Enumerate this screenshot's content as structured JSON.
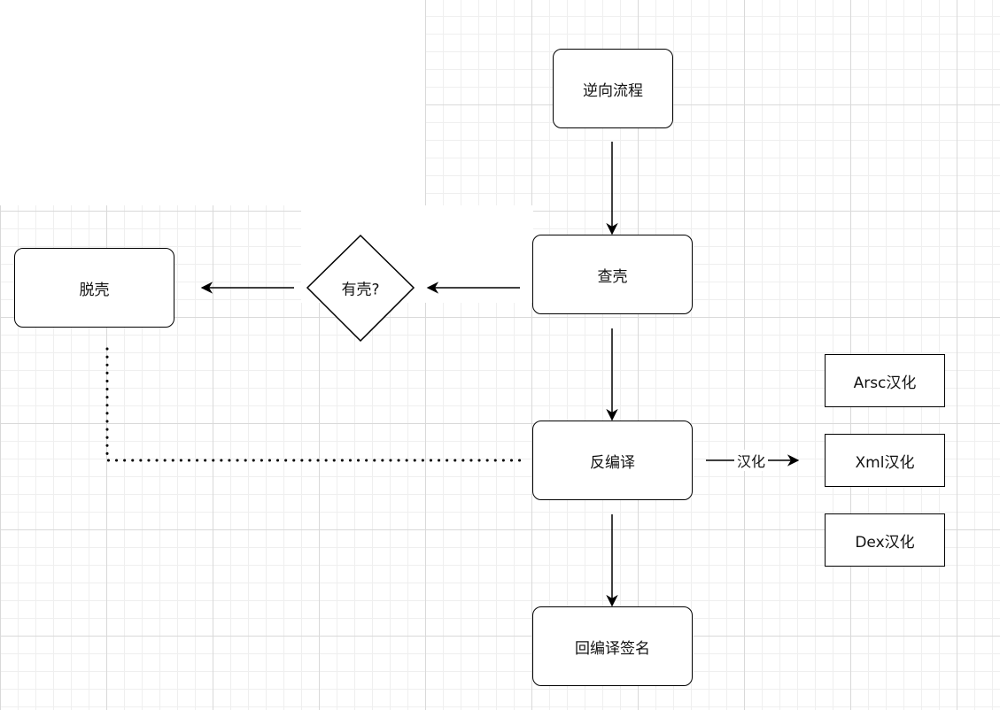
{
  "nodes": {
    "reverse_flow": "逆向流程",
    "check_shell": "查壳",
    "has_shell": "有壳?",
    "unpack": "脱壳",
    "decompile": "反编译",
    "recompile_sign": "回编译签名",
    "arsc_localize": "Arsc汉化",
    "xml_localize": "Xml汉化",
    "dex_localize": "Dex汉化"
  },
  "edges": {
    "localize_label": "汉化"
  },
  "colors": {
    "stroke": "#000000",
    "grid_major": "#d9d9d9",
    "grid_minor": "#efefef",
    "background": "#ffffff"
  }
}
